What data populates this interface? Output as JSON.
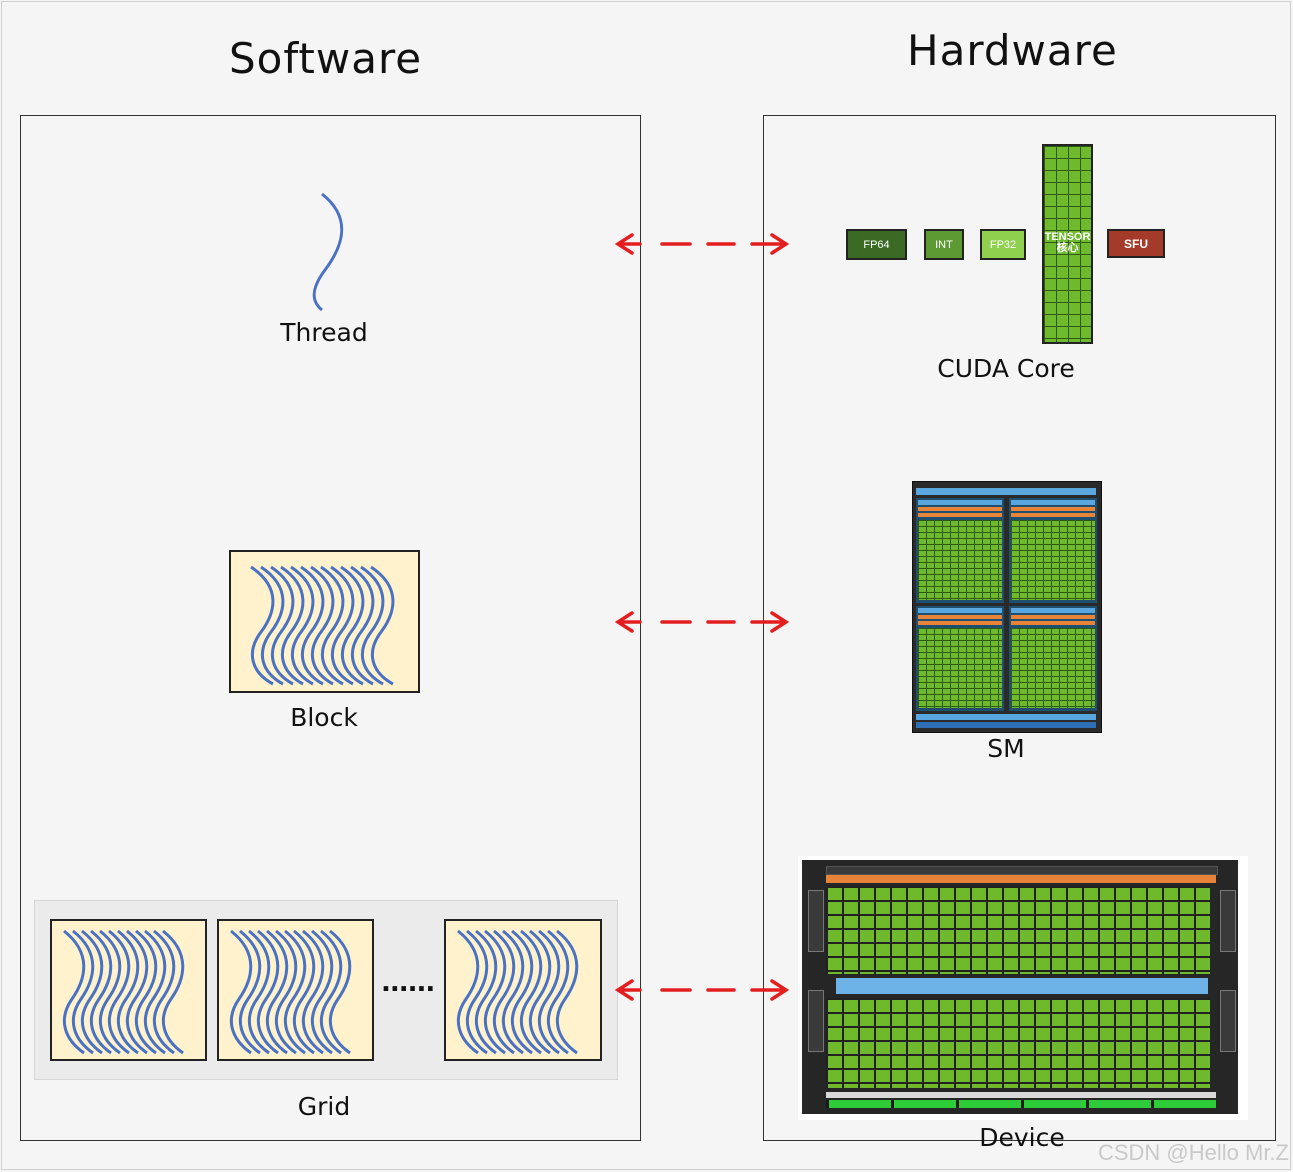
{
  "software": {
    "heading": "Software",
    "thread_label": "Thread",
    "block_label": "Block",
    "grid_label": "Grid",
    "ellipsis": "......"
  },
  "hardware": {
    "heading": "Hardware",
    "cuda_core_label": "CUDA Core",
    "sm_label": "SM",
    "device_label": "Device",
    "units": {
      "fp64": "FP64",
      "int": "INT",
      "fp32": "FP32",
      "tensor": "TENSOR",
      "tensor_sub": "核心",
      "sfu": "SFU"
    }
  },
  "watermark": "CSDN @Hello Mr.Z",
  "colors": {
    "arrow": "#e41e1e",
    "thread_wave": "#4a72c4",
    "block_fill": "#fff2cc",
    "fp64": "#3a6a23",
    "int": "#5d9a34",
    "fp32": "#8fd14f",
    "tensor": "#6fba2c",
    "sfu": "#a33a2a"
  }
}
